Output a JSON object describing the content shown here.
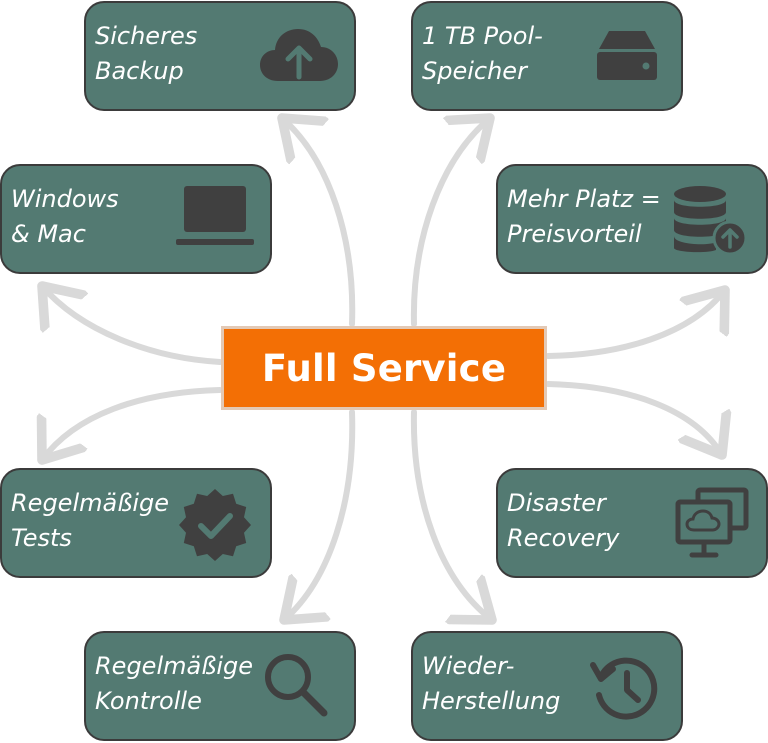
{
  "center": {
    "label": "Full Service",
    "color": "#f36f05"
  },
  "box_color": "#537a72",
  "arrow_color": "#d9d9d9",
  "boxes": [
    {
      "id": "sicheres-backup",
      "lines": [
        "Sicheres",
        "Backup"
      ],
      "icon": "cloud-upload-icon"
    },
    {
      "id": "pool-speicher",
      "lines": [
        "1 TB Pool-",
        "Speicher"
      ],
      "icon": "hard-drive-icon"
    },
    {
      "id": "windows-mac",
      "lines": [
        "Windows",
        "& Mac"
      ],
      "icon": "laptop-icon"
    },
    {
      "id": "mehr-platz",
      "lines": [
        "Mehr Platz =",
        "Preisvorteil"
      ],
      "icon": "database-upload-icon"
    },
    {
      "id": "regelmaessige-tests",
      "lines": [
        "Regelmäßige",
        "Tests"
      ],
      "icon": "verified-badge-icon"
    },
    {
      "id": "disaster-recovery",
      "lines": [
        "Disaster",
        "Recovery"
      ],
      "icon": "cloud-monitors-icon"
    },
    {
      "id": "regelmaessige-kontrolle",
      "lines": [
        "Regelmäßige",
        "Kontrolle"
      ],
      "icon": "magnifier-icon"
    },
    {
      "id": "wiederherstellung",
      "lines": [
        "Wieder-",
        "Herstellung"
      ],
      "icon": "history-icon"
    }
  ]
}
